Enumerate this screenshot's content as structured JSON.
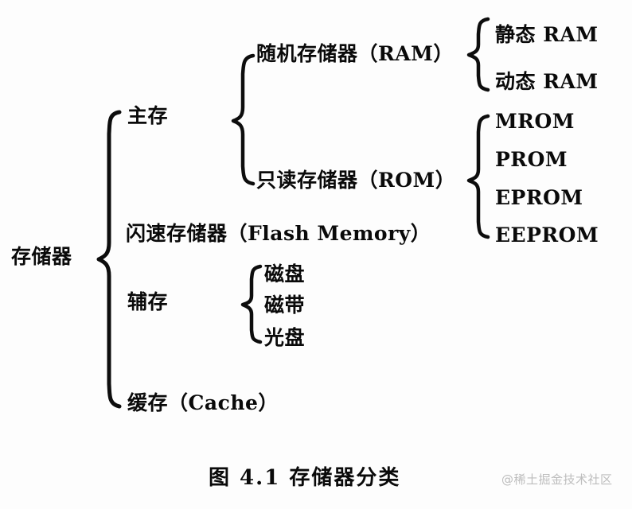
{
  "figure": {
    "caption_number": "图 4.1",
    "caption_title": "存储器分类",
    "caption": "图 4.1   存储器分类",
    "watermark": "@稀土掘金技术社区",
    "background_color": "#fdfdfd",
    "ink_color": "#0d0d0d"
  },
  "tree": {
    "root": "存储器",
    "level2": {
      "main_memory": "主存",
      "flash_memory": "闪速存储器（Flash Memory）",
      "auxiliary_memory": "辅存",
      "cache": "缓存（Cache）"
    },
    "level3": {
      "ram": "随机存储器（RAM）",
      "rom": "只读存储器（ROM）",
      "disk": "磁盘",
      "tape": "磁带",
      "optical_disc": "光盘"
    },
    "level4": {
      "static_ram": "静态 RAM",
      "dynamic_ram": "动态 RAM",
      "mrom": "MROM",
      "prom": "PROM",
      "eprom": "EPROM",
      "eeprom": "EEPROM"
    }
  },
  "chart_data": {
    "type": "diagram",
    "diagram_kind": "brace-tree",
    "title": "图 4.1   存储器分类",
    "root": "存储器",
    "nodes": [
      {
        "label": "主存",
        "children": [
          {
            "label": "随机存储器（RAM）",
            "children": [
              {
                "label": "静态 RAM"
              },
              {
                "label": "动态 RAM"
              }
            ]
          },
          {
            "label": "只读存储器（ROM）",
            "children": [
              {
                "label": "MROM"
              },
              {
                "label": "PROM"
              },
              {
                "label": "EPROM"
              },
              {
                "label": "EEPROM"
              }
            ]
          }
        ]
      },
      {
        "label": "闪速存储器（Flash Memory）",
        "children": []
      },
      {
        "label": "辅存",
        "children": [
          {
            "label": "磁盘"
          },
          {
            "label": "磁带"
          },
          {
            "label": "光盘"
          }
        ]
      },
      {
        "label": "缓存（Cache）",
        "children": []
      }
    ]
  }
}
